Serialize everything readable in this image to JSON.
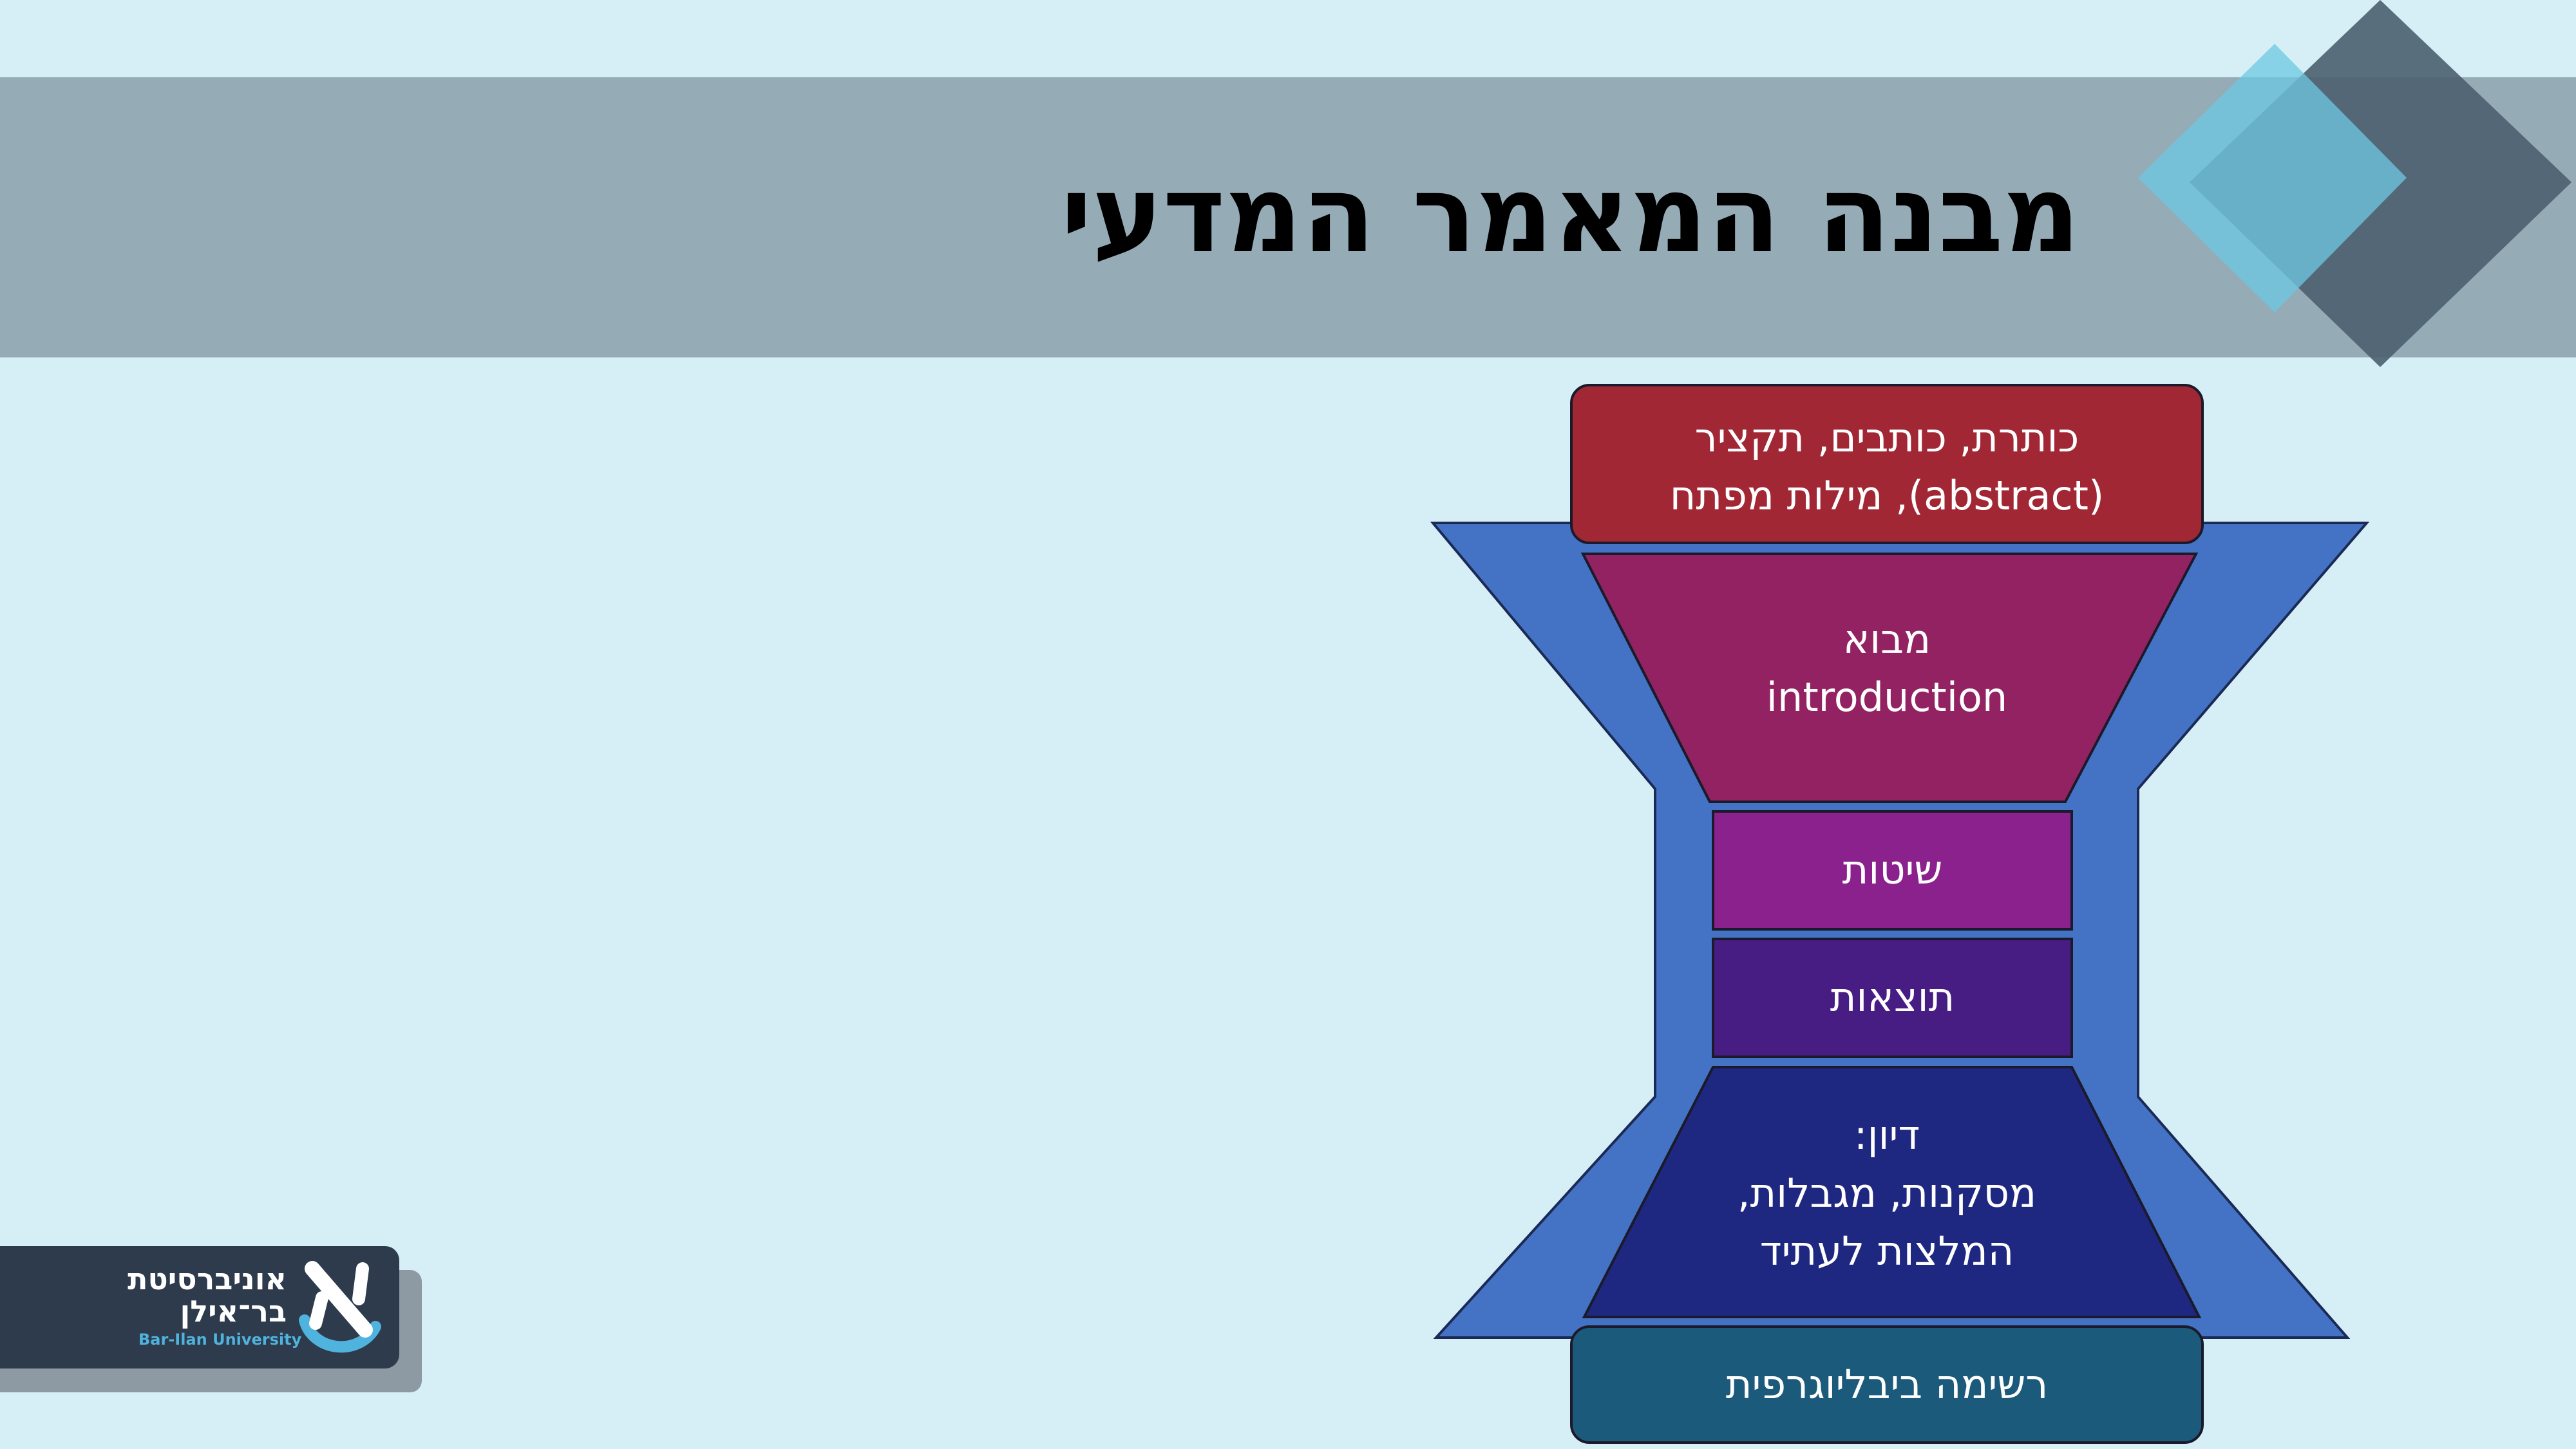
{
  "slide": {
    "title": "מבנה המאמר המדעי",
    "colors": {
      "background": "#d6eff6",
      "title_band": "#95abb6",
      "funnel": "#4472c4",
      "title_box": "#a12734",
      "intro_box": "#932262",
      "methods_box": "#8a218c",
      "results_box": "#471d84",
      "discussion_box": "#1f2880",
      "references_box": "#1c5a7c"
    }
  },
  "diagram": {
    "title_box": {
      "line1": "כותרת, כותבים, תקציר",
      "line2": "(abstract), מילות מפתח"
    },
    "introduction": {
      "hebrew": "מבוא",
      "english": "introduction"
    },
    "methods": "שיטות",
    "results": "תוצאות",
    "discussion": {
      "line1": "דיון:",
      "line2": "מסקנות, מגבלות,",
      "line3": "המלצות לעתיד"
    },
    "references": "רשימה ביבליוגרפית"
  },
  "logo": {
    "hebrew_line1": "אוניברסיטת",
    "hebrew_line2": "בר־אילן",
    "english": "Bar-Ilan University"
  }
}
